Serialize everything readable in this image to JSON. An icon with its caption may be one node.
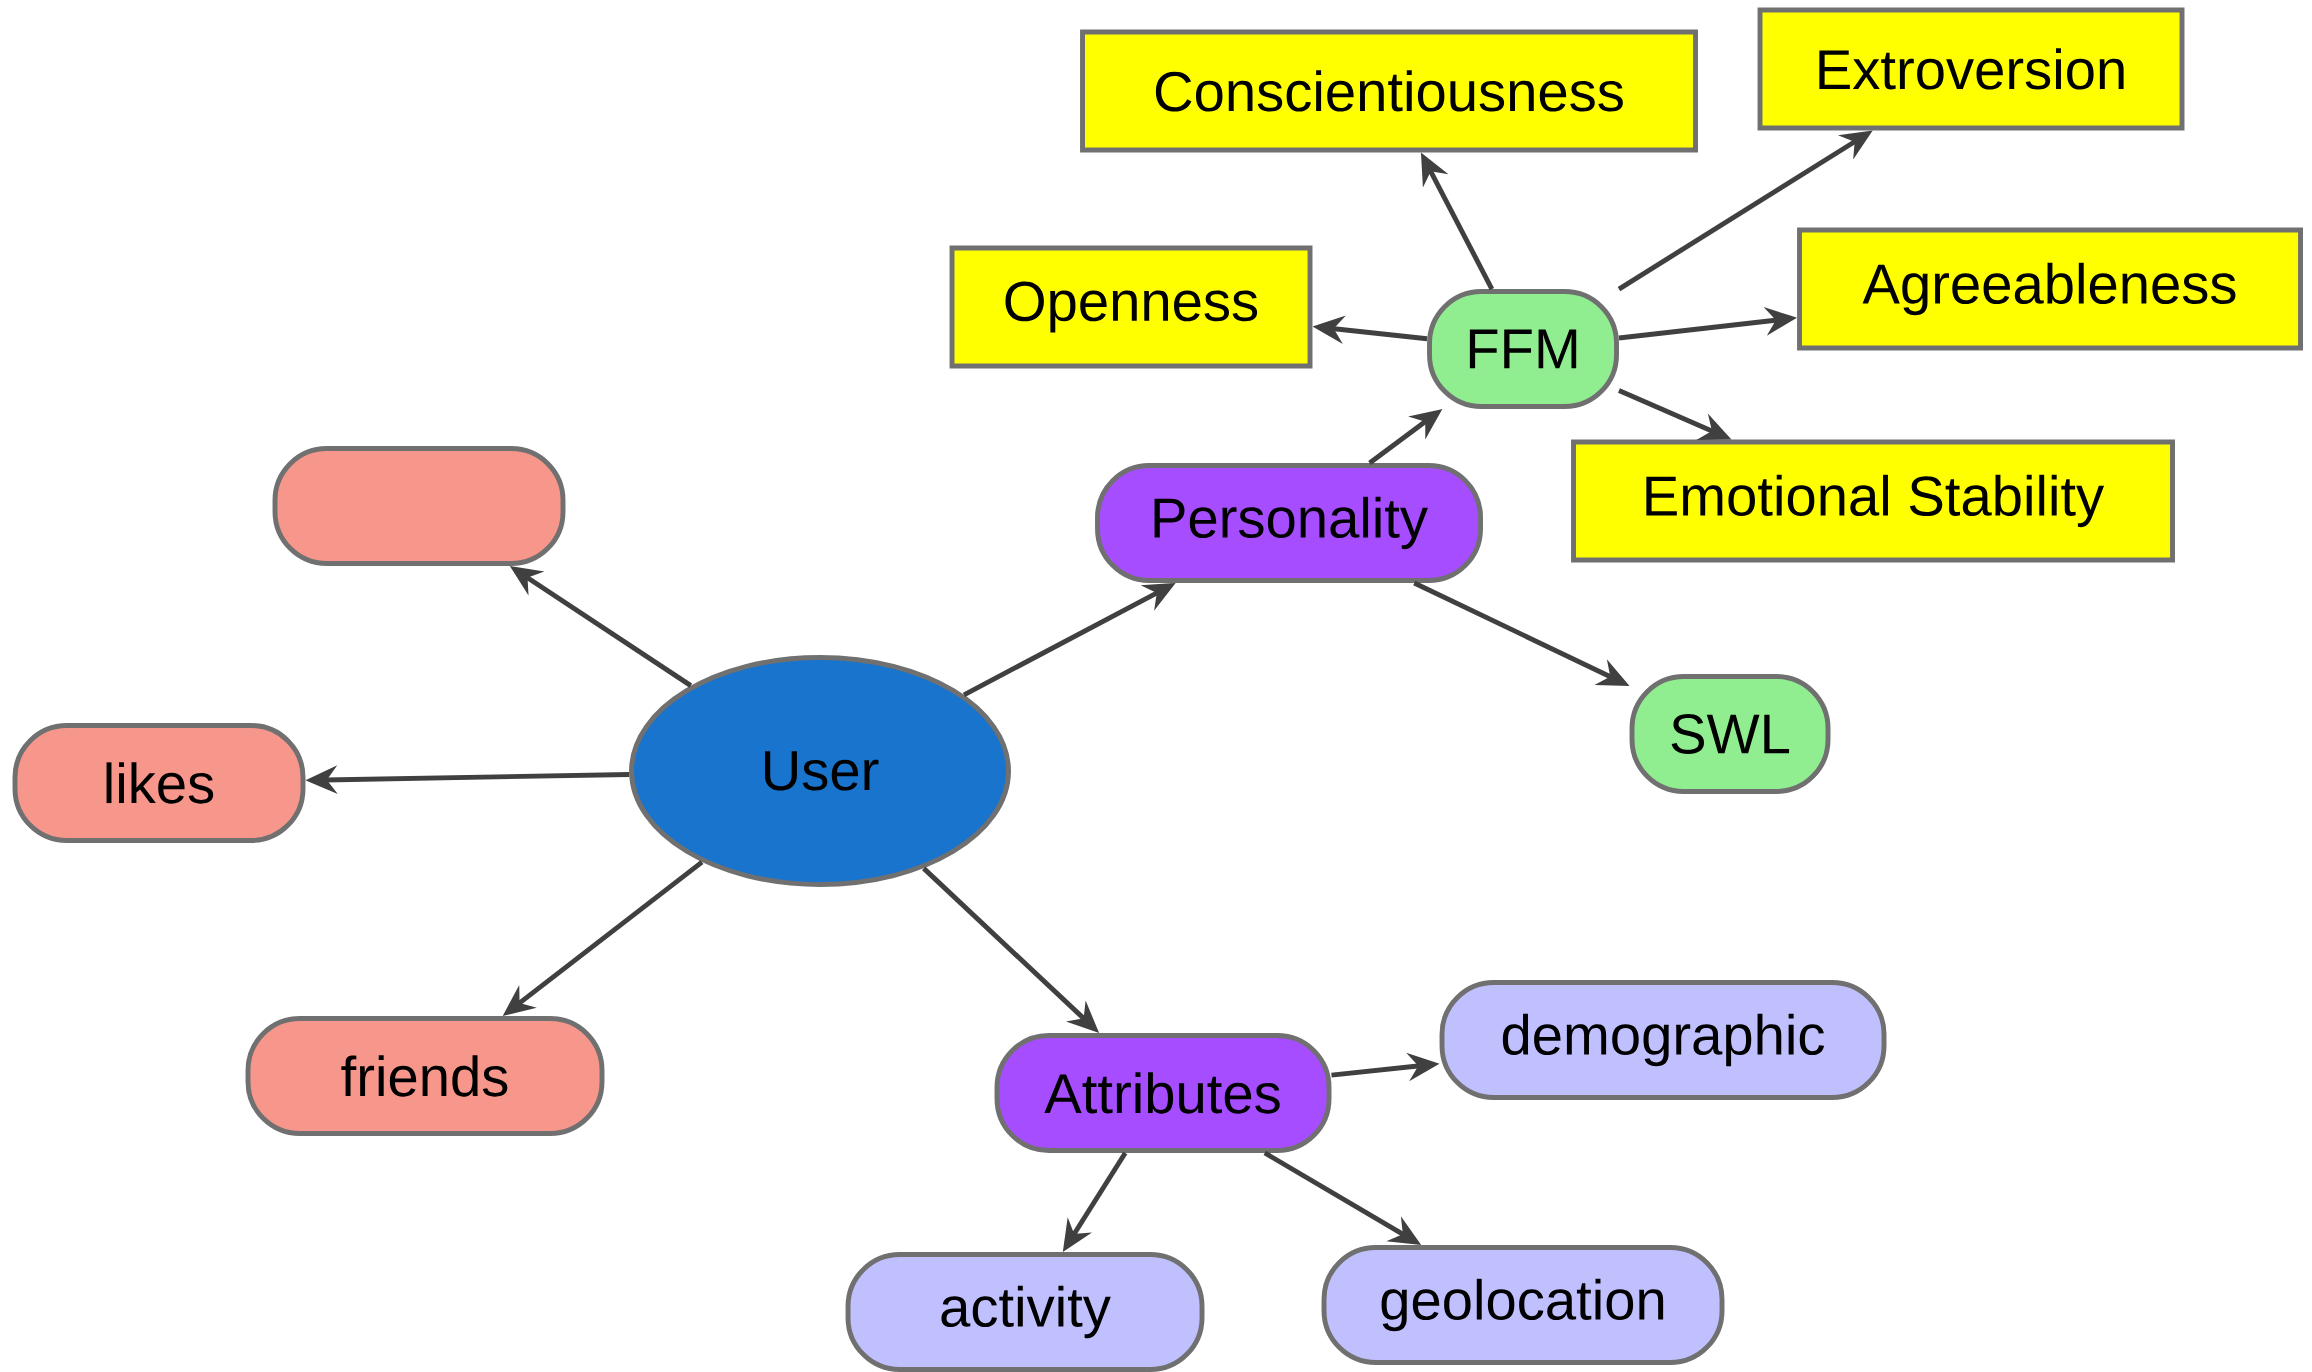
{
  "diagram": {
    "nodes": [
      {
        "text": [
          "Conscientiousness"
        ]
      },
      {
        "text": [
          "Extroversion"
        ]
      },
      {
        "text": [
          "Openness"
        ]
      },
      {
        "text": [
          "FFM"
        ]
      },
      {
        "text": [
          "Agreeableness"
        ]
      },
      {
        "text": [
          "Emotional Stability"
        ]
      },
      {
        "text": [],
        "shape": "box"
      },
      {
        "text": [
          "Personality"
        ]
      },
      {
        "text": [
          "SWL"
        ]
      },
      {
        "text": [
          "likes"
        ]
      },
      {
        "text": [
          "User"
        ]
      },
      {
        "text": [
          "friends"
        ]
      },
      {
        "text": [
          "Attributes"
        ]
      },
      {
        "text": [
          "demographic"
        ]
      },
      {
        "text": [
          "activity"
        ]
      },
      {
        "text": [
          "geolocation"
        ]
      }
    ],
    "edges": [
      {
        "from": 10,
        "to": 6,
        "arrow": "to"
      },
      {
        "from": 10,
        "to": 9,
        "arrow": "to"
      },
      {
        "from": 10,
        "to": 11,
        "arrow": "to"
      },
      {
        "from": 10,
        "to": 7,
        "arrow": "to"
      },
      {
        "from": 10,
        "to": 12,
        "arrow": "to"
      },
      {
        "from": 7,
        "to": 3,
        "arrow": "to"
      },
      {
        "from": 7,
        "to": 8,
        "arrow": "to"
      },
      {
        "from": 3,
        "to": 2,
        "arrow": "to"
      },
      {
        "from": 3,
        "to": 0,
        "arrow": "to"
      },
      {
        "from": 3,
        "to": 1,
        "arrow": "to"
      },
      {
        "from": 3,
        "to": 4,
        "arrow": "to"
      },
      {
        "from": 3,
        "to": 5,
        "arrow": "to"
      },
      {
        "from": 12,
        "to": 13,
        "arrow": "to"
      },
      {
        "from": 12,
        "to": 14,
        "arrow": "to"
      },
      {
        "from": 12,
        "to": 15,
        "arrow": "to"
      }
    ]
  }
}
